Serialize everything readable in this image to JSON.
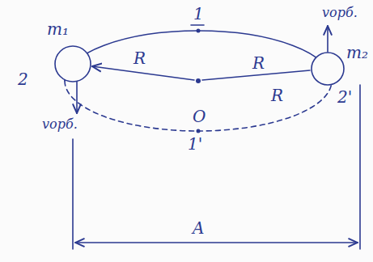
{
  "diagram": {
    "labels": [
      "1",
      "m₁",
      "R",
      "R",
      "2",
      "2'",
      "m₂",
      "vорб.",
      "vорб.",
      "R",
      "O",
      "1'",
      "A"
    ]
  }
}
